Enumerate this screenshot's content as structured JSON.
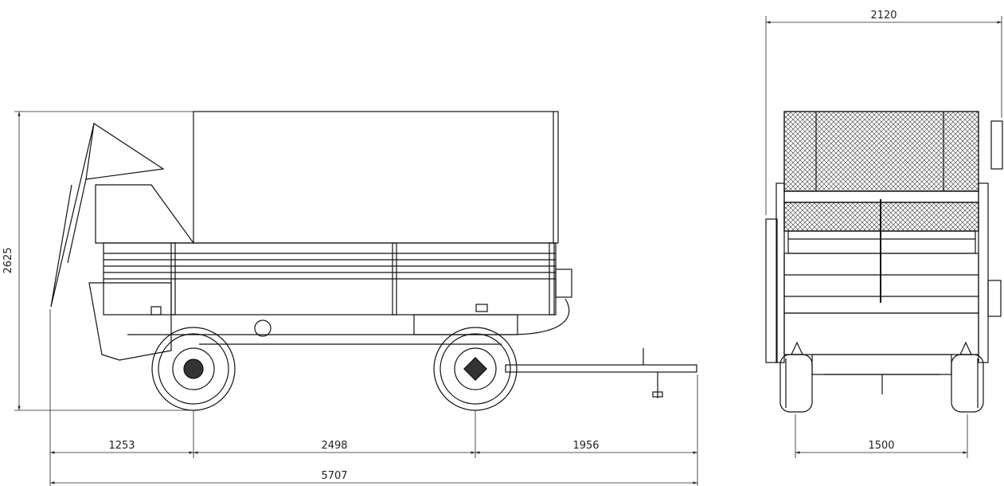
{
  "dimensions": {
    "total_height": "2625",
    "front_overhang": "1253",
    "wheelbase": "2498",
    "drawbar_length": "1956",
    "total_length": "5707",
    "total_width": "2120",
    "track_width": "1500"
  }
}
